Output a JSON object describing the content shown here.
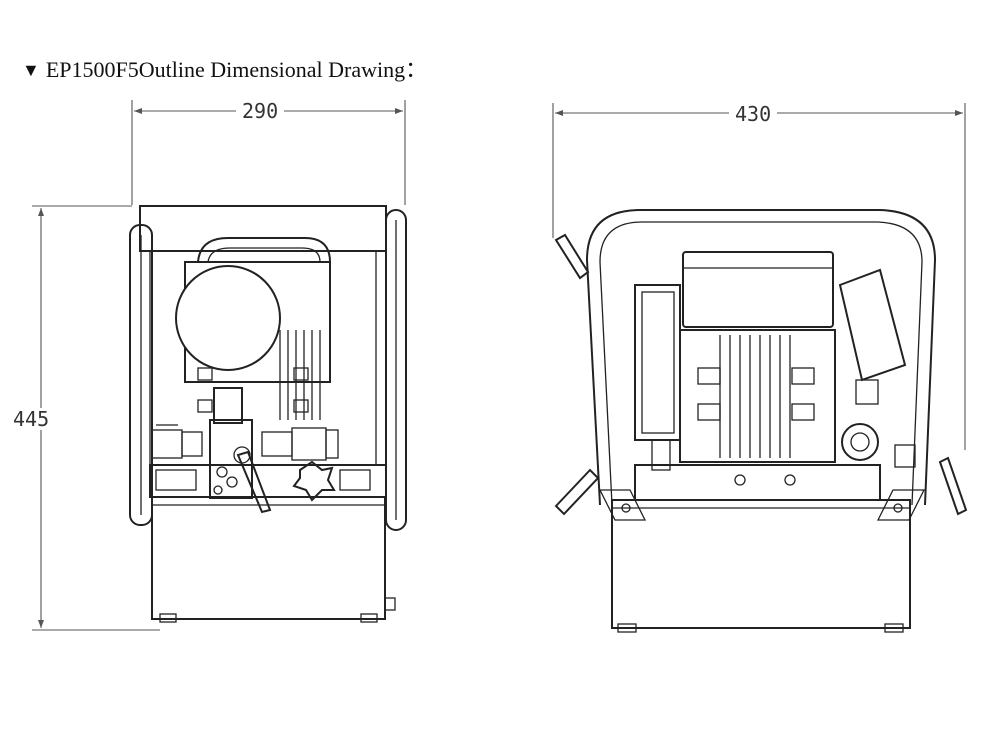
{
  "title": {
    "marker": "▼",
    "text": "EP1500F5Outline Dimensional Drawing："
  },
  "dimensions": {
    "front_width": "290",
    "side_width": "430",
    "height": "445"
  }
}
